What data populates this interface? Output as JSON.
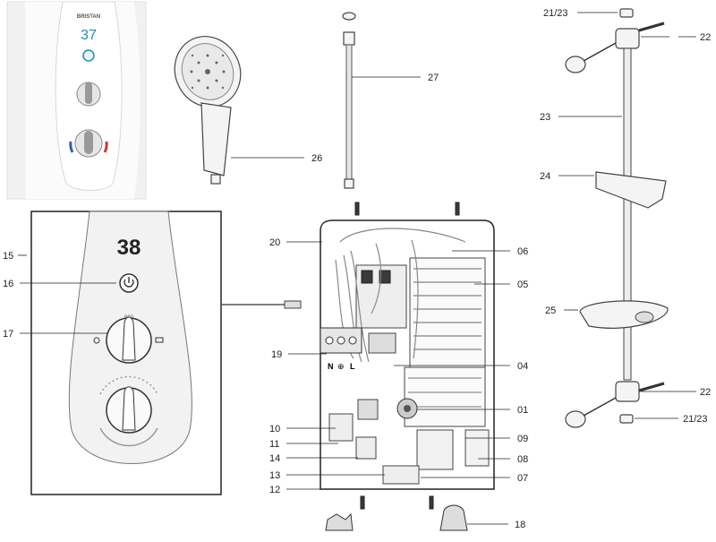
{
  "product": {
    "brand": "BRISTAN",
    "display_temp": "37"
  },
  "panel": {
    "display_temp": "38",
    "eco_label": "eco"
  },
  "internals": {
    "terminal_n": "N",
    "terminal_earth": "⊕",
    "terminal_l": "L"
  },
  "callouts": {
    "c15": "15",
    "c16": "16",
    "c17": "17",
    "c20": "20",
    "c19": "19",
    "c10": "10",
    "c11": "11",
    "c14": "14",
    "c13": "13",
    "c12": "12",
    "c06": "06",
    "c05": "05",
    "c04": "04",
    "c01": "01",
    "c09": "09",
    "c08": "08",
    "c07": "07",
    "c18": "18",
    "c26": "26",
    "c27": "27",
    "c21_top": "21/23",
    "c22_top": "22",
    "c23": "23",
    "c24": "24",
    "c25": "25",
    "c22_bot": "22",
    "c21_bot": "21/23"
  },
  "colors": {
    "hot": "#d0342c",
    "cold": "#2f5fb3",
    "display": "#222222",
    "panel_bg": "#ebebeb"
  }
}
